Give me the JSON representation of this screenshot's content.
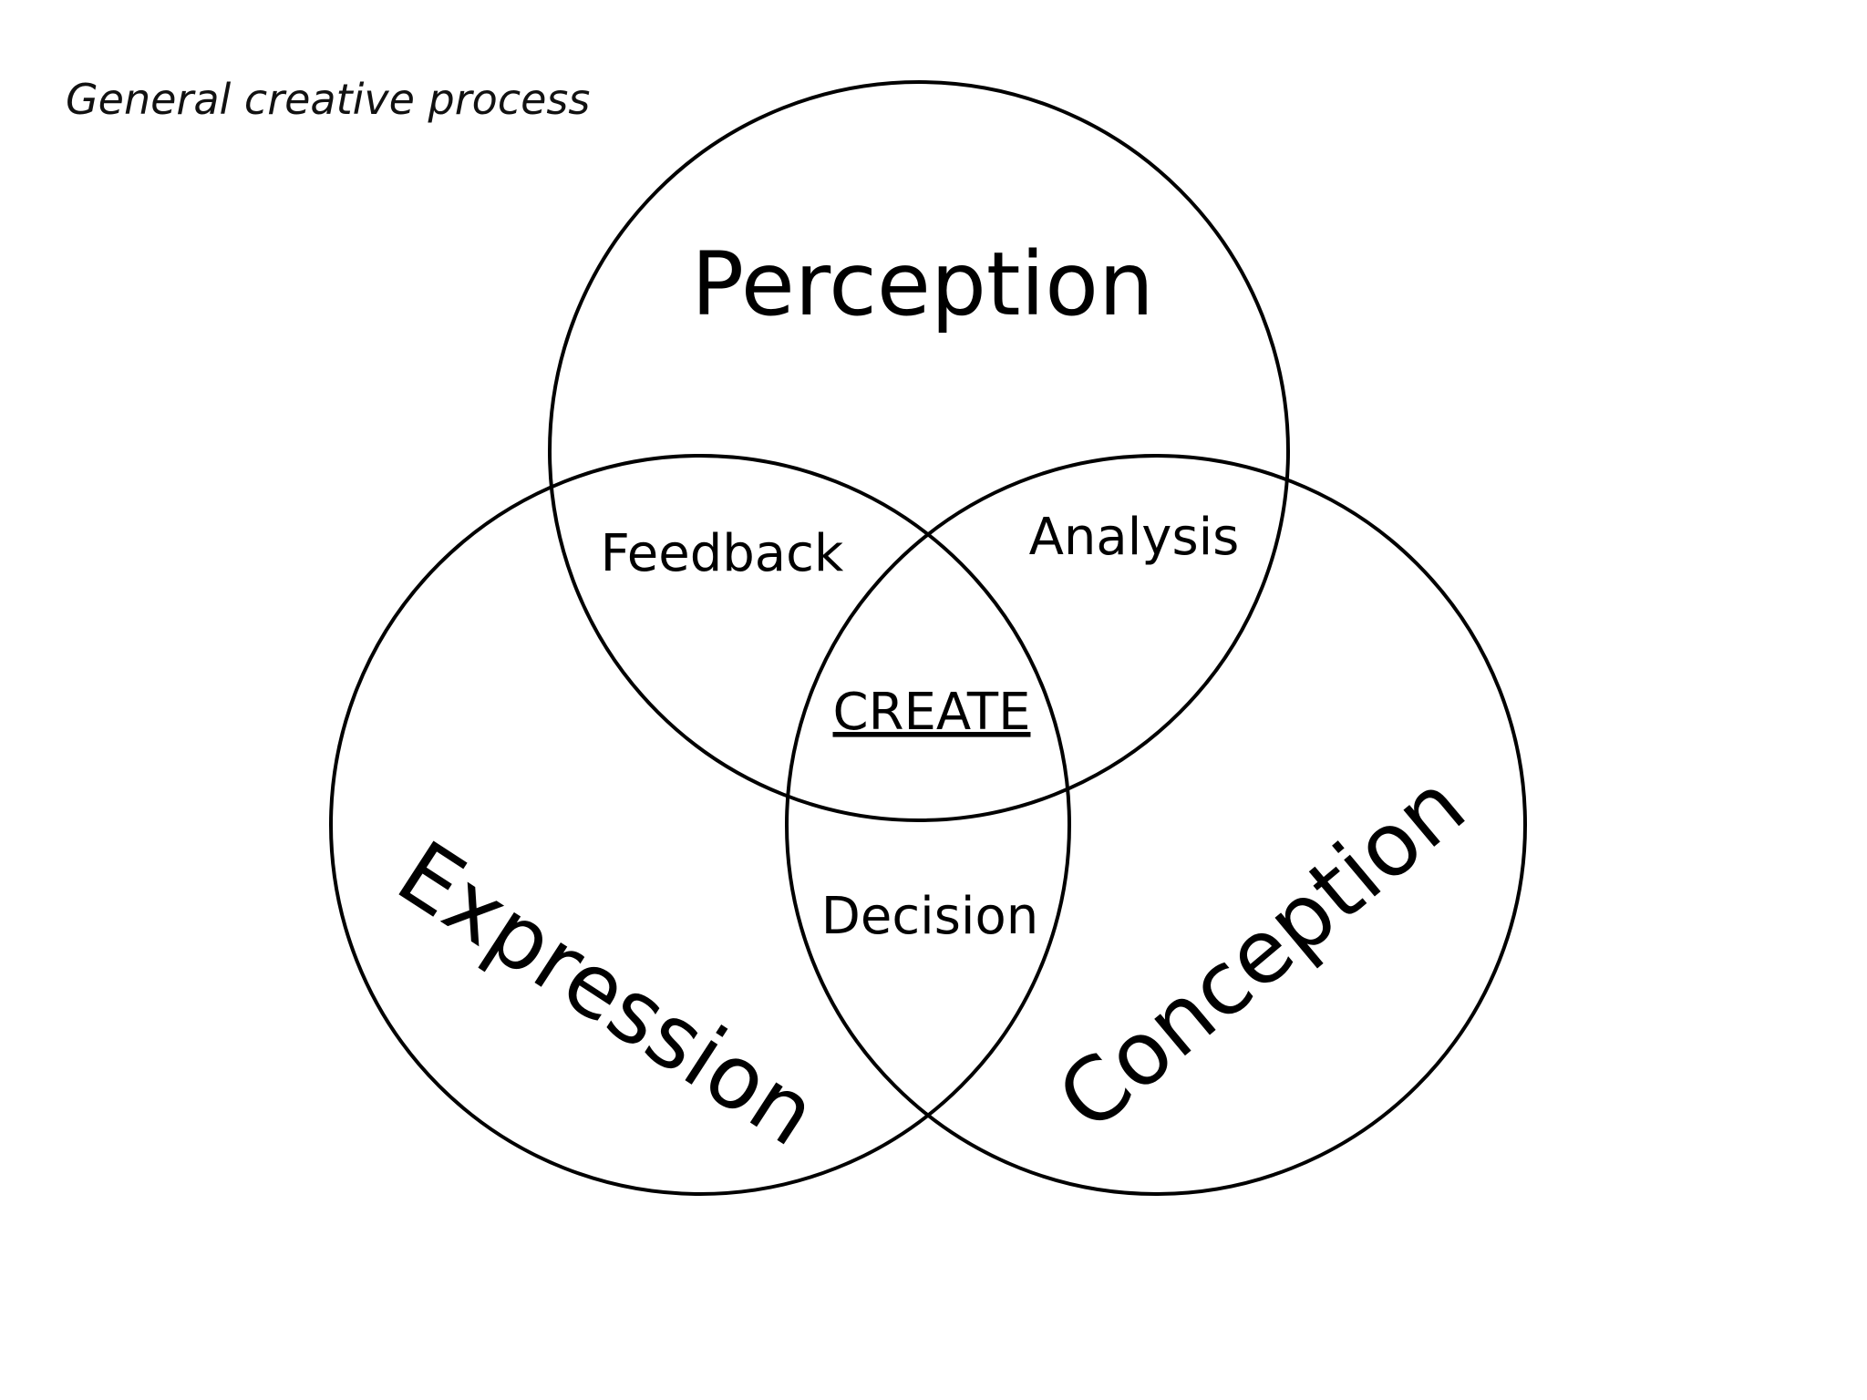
{
  "diagram": {
    "subtitle": "General creative process",
    "sets": {
      "top": "Perception",
      "left": "Expression",
      "right": "Conception"
    },
    "intersections": {
      "top_left": "Feedback",
      "top_right": "Analysis",
      "bottom": "Decision",
      "center": "CREATE"
    },
    "colors": {
      "stroke": "#000000",
      "center_link": "#12a54a"
    }
  }
}
